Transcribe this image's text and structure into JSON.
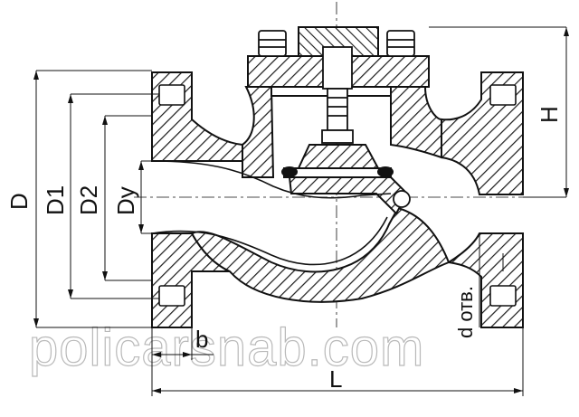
{
  "labels": {
    "D": "D",
    "D1": "D1",
    "D2": "D2",
    "Dy": "Dy",
    "H": "H",
    "L": "L",
    "b": "b",
    "d_holes": "d отв."
  },
  "watermark": "policarsnab.com",
  "colors": {
    "line": "#111111",
    "hatch": "#1a1a1a",
    "watermark": "#b9b9b9",
    "background": "#ffffff"
  }
}
